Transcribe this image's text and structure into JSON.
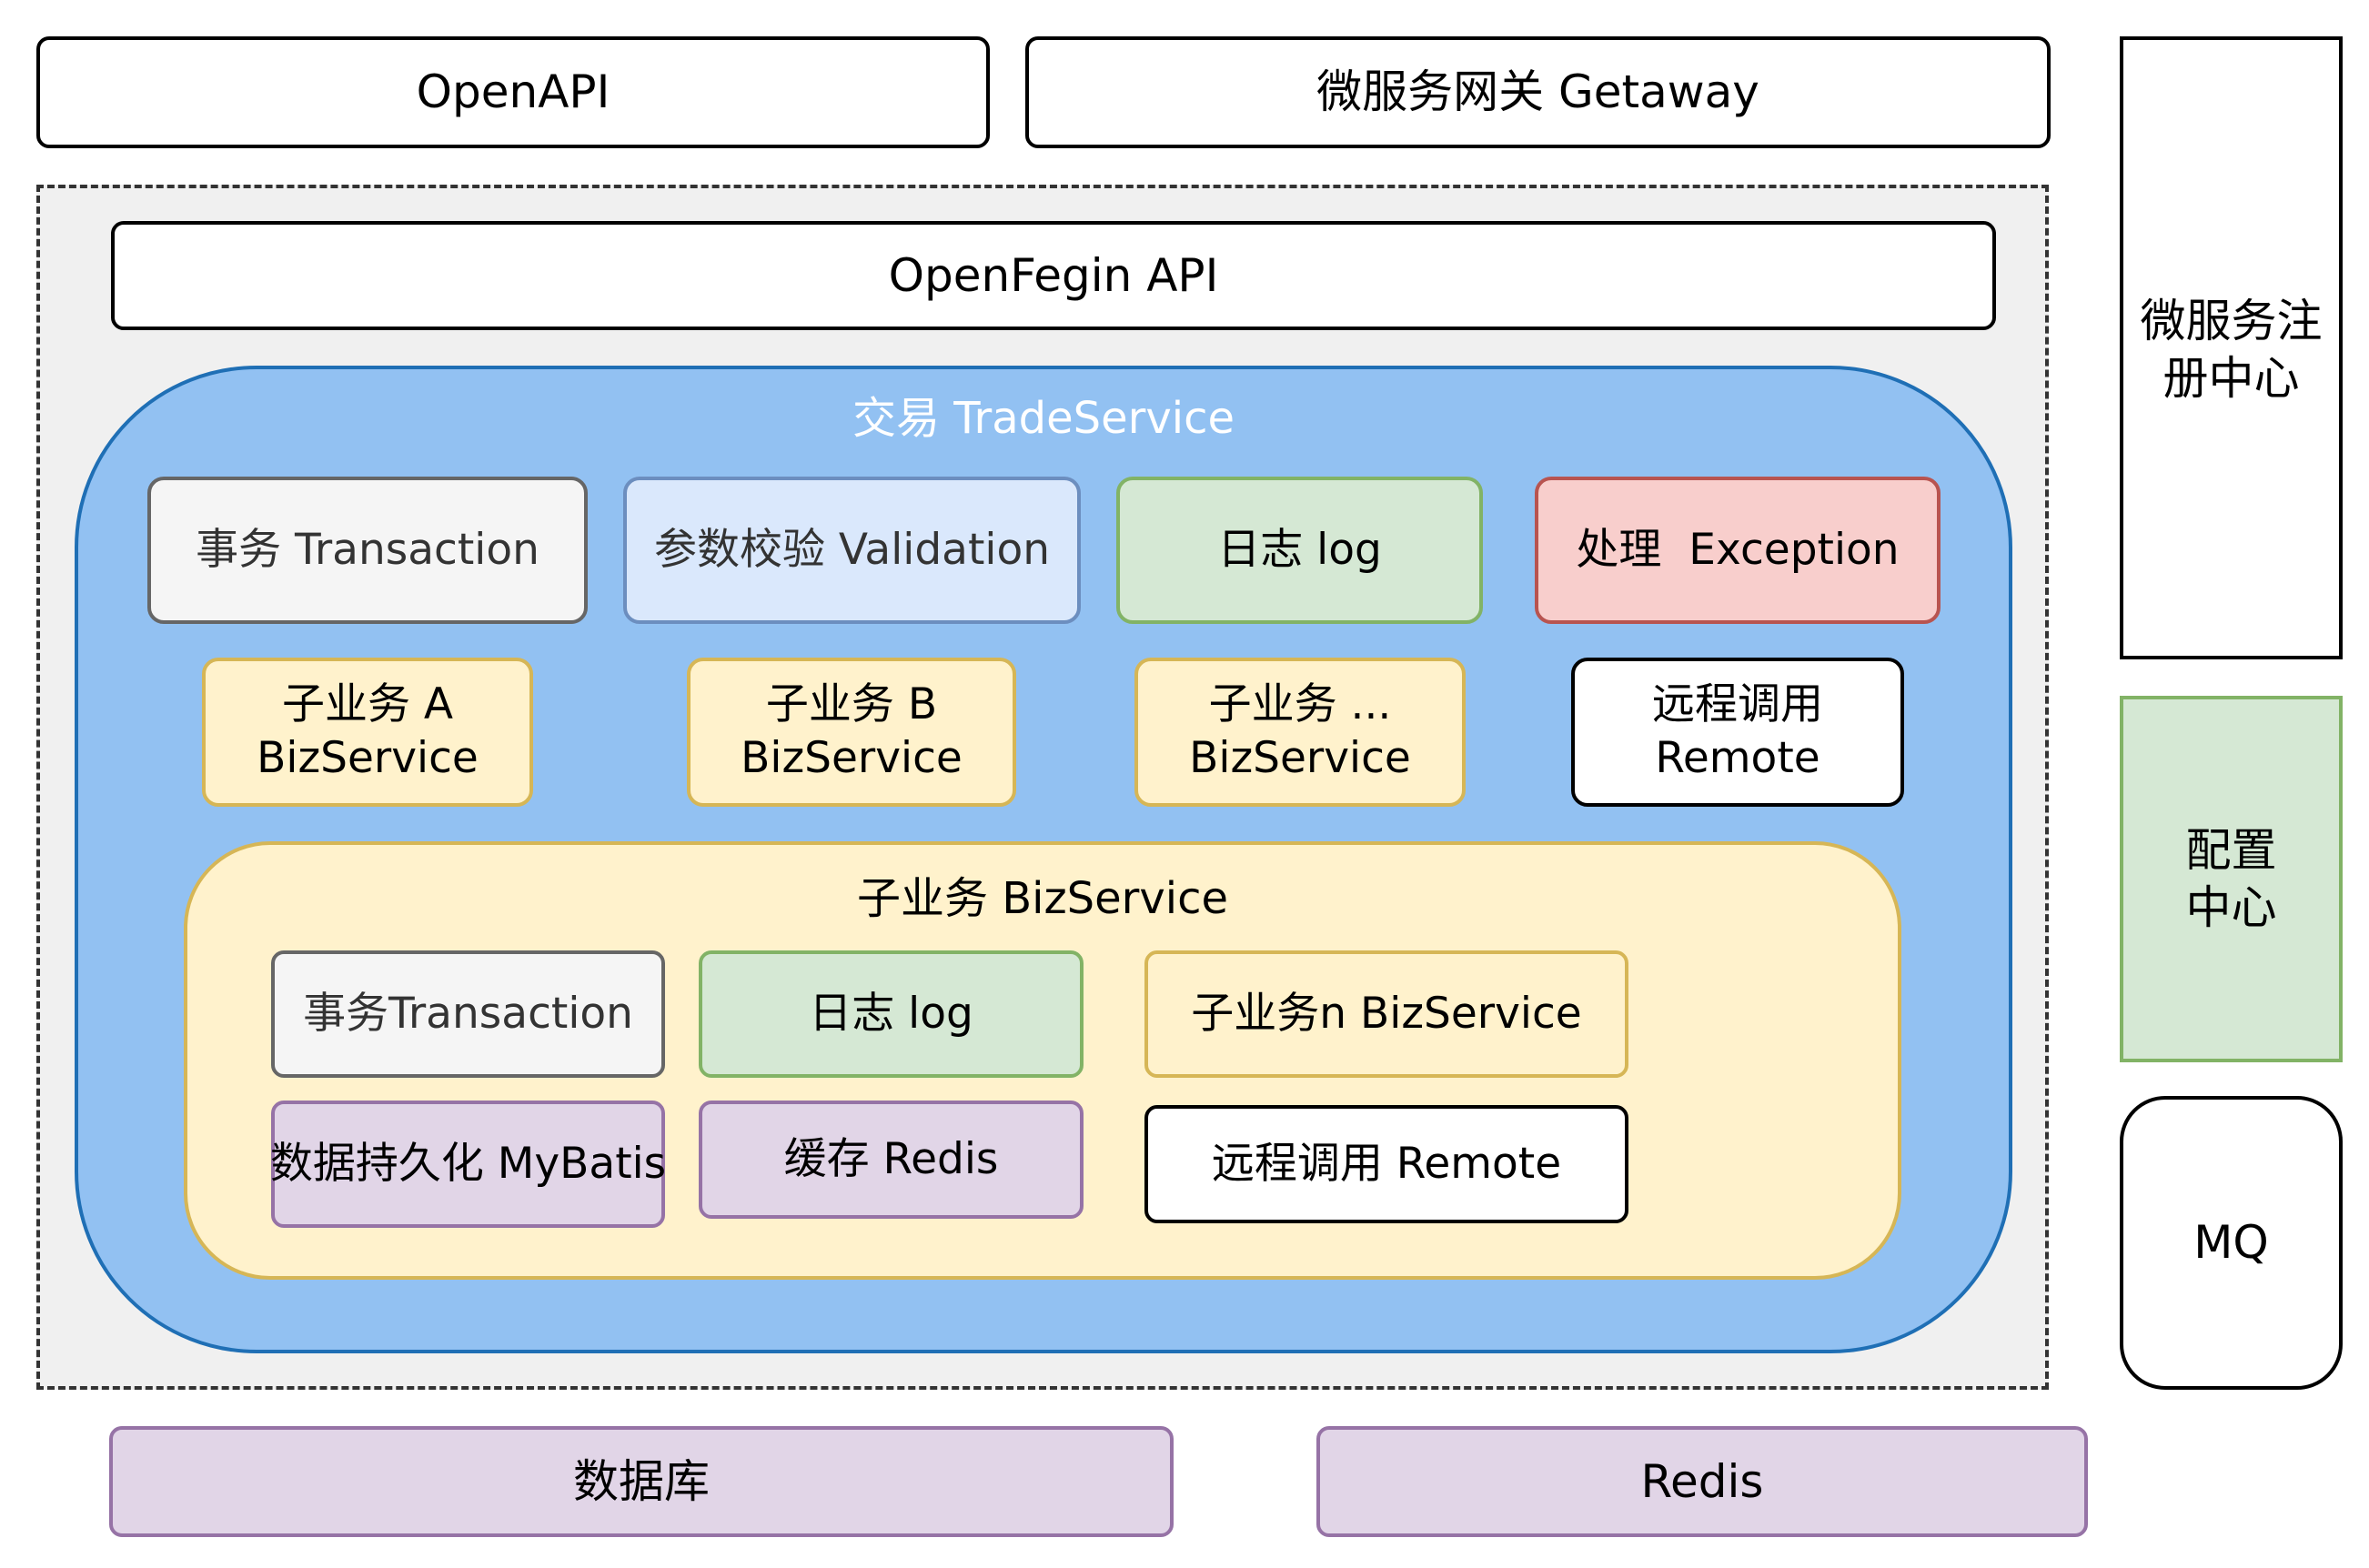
{
  "top": {
    "openapi": "OpenAPI",
    "gateway": "微服务网关 Getaway"
  },
  "container": {
    "openfegin": "OpenFegin API"
  },
  "trade": {
    "title": "交易 TradeService",
    "row1": {
      "transaction": "事务 Transaction",
      "validation": "参数校验 Validation",
      "log": "日志 log",
      "exception": "处理  Exception"
    },
    "row2": {
      "biz_a": [
        "子业务 A",
        "BizService"
      ],
      "biz_b": [
        "子业务 B",
        "BizService"
      ],
      "biz_more": [
        "子业务 ...",
        "BizService"
      ],
      "remote": [
        "远程调用",
        "Remote"
      ]
    }
  },
  "subservice": {
    "title": "子业务 BizService",
    "transaction": "事务Transaction",
    "log": "日志 log",
    "biz_n": "子业务n BizService",
    "mybatis": "数据持久化 MyBatis",
    "redis": "缓存 Redis",
    "remote": "远程调用 Remote"
  },
  "right": {
    "registry": [
      "微服务注",
      "册中心"
    ],
    "config": [
      "配置",
      "中心"
    ],
    "mq": "MQ"
  },
  "bottom": {
    "database": "数据库",
    "redis": "Redis"
  },
  "colors": {
    "trade_fill": "#92c1f2",
    "trade_stroke": "#1f6fb5",
    "yellow_fill": "#fff2cc",
    "green_fill": "#d5e8d4",
    "red_fill": "#f8cecc",
    "purple_fill": "#e1d5e7",
    "lightblue_fill": "#dae8fc",
    "grey_fill": "#f5f5f5"
  }
}
